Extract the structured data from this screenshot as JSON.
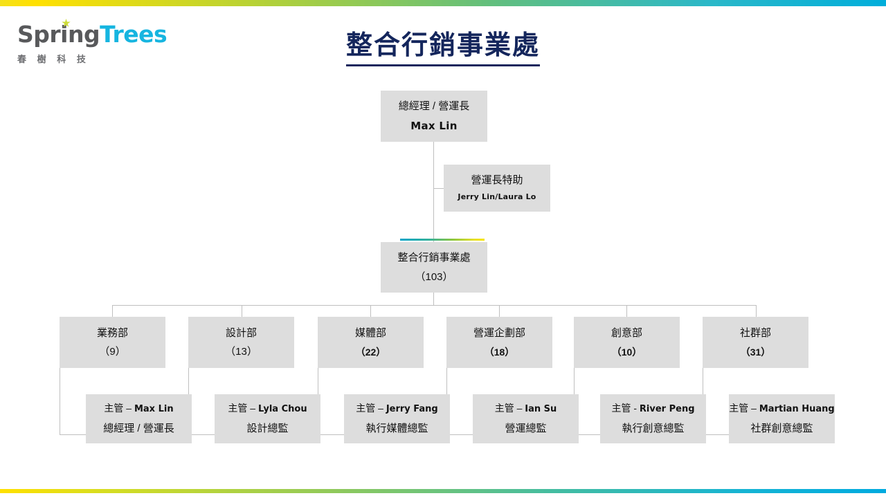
{
  "brand": {
    "logo_primary": "Spring",
    "logo_secondary": "Trees",
    "logo_subtitle": "春 樹 科 技",
    "logo_primary_color": "#58595b",
    "logo_secondary_color": "#16b5e0",
    "logo_star_color": "#cddc39"
  },
  "header": {
    "title": "整合行銷事業處",
    "title_color": "#14265c"
  },
  "decor": {
    "top_bar_gradient": "#ffe000 → #8cc63f → #00aadf",
    "bottom_bar_gradient": "#ffe000 → #8cc63f → #00aadf",
    "accent_bar_gradient": "#0aa5c9 → #8cc63f → #f7e400"
  },
  "chart_data": {
    "type": "org-chart",
    "title": "整合行銷事業處",
    "total_headcount": 103,
    "nodes": {
      "ceo": {
        "title": "總經理 / 營運長",
        "name": "Max Lin"
      },
      "assistant": {
        "title": "營運長特助",
        "name": "Jerry Lin/Laura Lo"
      },
      "division": {
        "title": "整合行銷事業處",
        "count": "（103）"
      }
    },
    "departments": [
      {
        "name": "業務部",
        "count": "（9）",
        "headcount": 9,
        "count_bold": false,
        "manager_label": "主管 –",
        "manager_name": "Max Lin",
        "manager_title": "總經理 / 營運長"
      },
      {
        "name": "設計部",
        "count": "（13）",
        "headcount": 13,
        "count_bold": false,
        "manager_label": "主管 –",
        "manager_name": "Lyla Chou",
        "manager_title": "設計總監"
      },
      {
        "name": "媒體部",
        "count": "（22）",
        "headcount": 22,
        "count_bold": true,
        "manager_label": "主管 –",
        "manager_name": "Jerry Fang",
        "manager_title": "執行媒體總監"
      },
      {
        "name": "營運企劃部",
        "count": "（18）",
        "headcount": 18,
        "count_bold": true,
        "manager_label": "主管 –",
        "manager_name": "Ian Su",
        "manager_title": "營運總監"
      },
      {
        "name": "創意部",
        "count": "（10）",
        "headcount": 10,
        "count_bold": true,
        "manager_label": "主管 -",
        "manager_name": "River Peng",
        "manager_title": "執行創意總監"
      },
      {
        "name": "社群部",
        "count": "（31）",
        "headcount": 31,
        "count_bold": true,
        "manager_label": "主管 –",
        "manager_name": "Martian Huang",
        "manager_title": "社群創意總監"
      }
    ]
  }
}
